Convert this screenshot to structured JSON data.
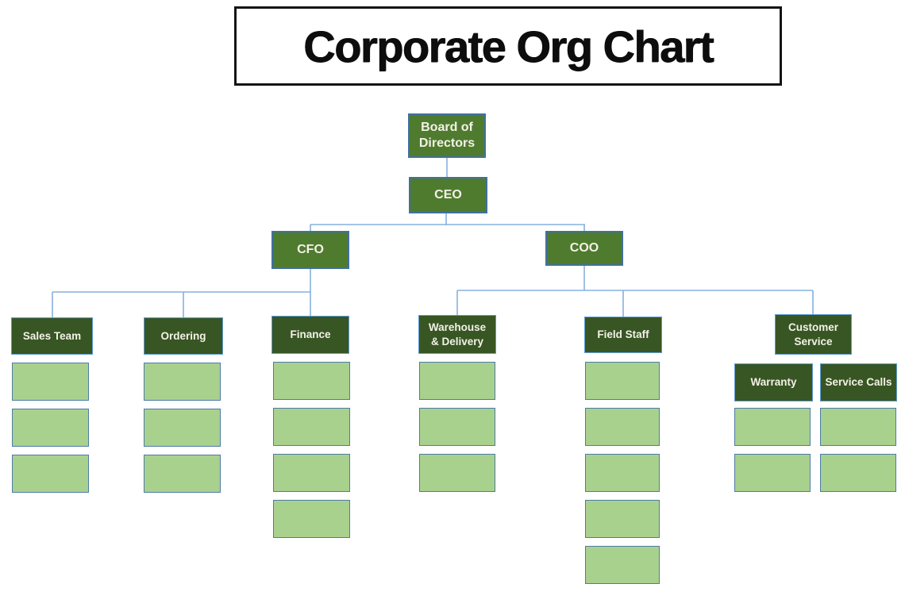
{
  "title": "Corporate Org Chart",
  "colors": {
    "executive_green": "#4f7b2f",
    "department_green": "#375623",
    "placeholder_green": "#a9d18e",
    "connector_blue": "#86b1df",
    "node_border_blue": "#41719c",
    "dept_border_blue": "#5b9bd5",
    "placeholder_border_blue": "#4d7ba6",
    "title_border_black": "#141414"
  },
  "top": {
    "board": {
      "label": "Board of\nDirectors"
    },
    "ceo": {
      "label": "CEO",
      "parent": "Board of Directors"
    }
  },
  "executives": [
    {
      "id": "cfo",
      "label": "CFO",
      "parent": "CEO"
    },
    {
      "id": "coo",
      "label": "COO",
      "parent": "CEO"
    }
  ],
  "departments": [
    {
      "id": "sales-team",
      "label": "Sales Team",
      "parent": "CFO",
      "placeholders": 3
    },
    {
      "id": "ordering",
      "label": "Ordering",
      "parent": "CFO",
      "placeholders": 3
    },
    {
      "id": "finance",
      "label": "Finance",
      "parent": "CFO",
      "placeholders": 4
    },
    {
      "id": "warehouse-delivery",
      "label": "Warehouse\n& Delivery",
      "parent": "COO",
      "placeholders": 3
    },
    {
      "id": "field-staff",
      "label": "Field Staff",
      "parent": "COO",
      "placeholders": 5
    },
    {
      "id": "customer-service",
      "label": "Customer\nService",
      "parent": "COO",
      "placeholders": 0
    }
  ],
  "subdepartments": [
    {
      "id": "warranty",
      "label": "Warranty",
      "parent": "Customer Service",
      "placeholders": 2
    },
    {
      "id": "service-calls",
      "label": "Service Calls",
      "parent": "Customer Service",
      "placeholders": 2
    }
  ]
}
